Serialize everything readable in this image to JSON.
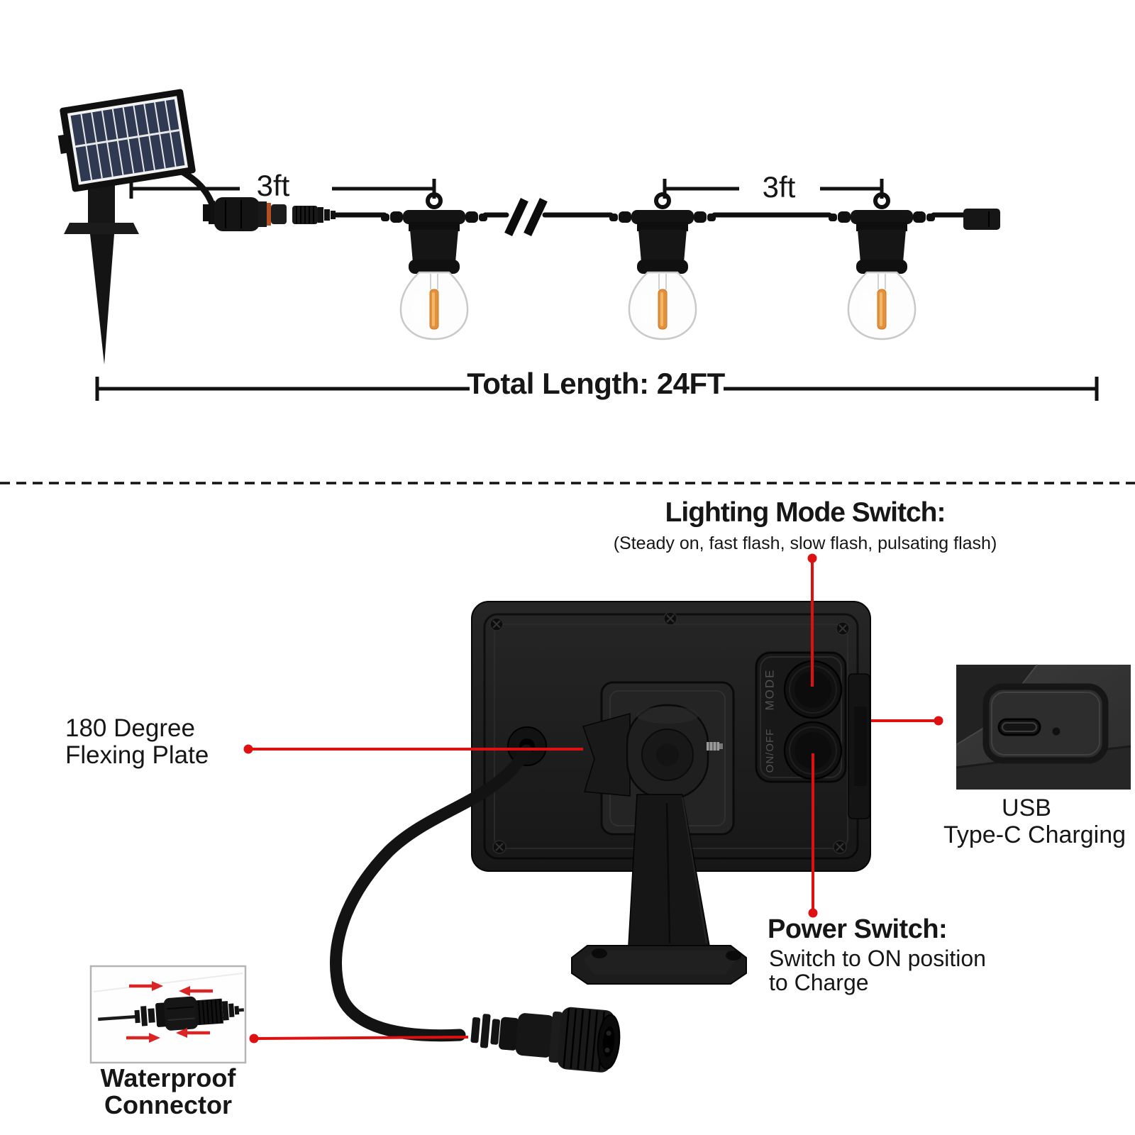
{
  "colors": {
    "accent": "#dd1111",
    "filament": "#e2913c",
    "panel_cell": "#303952",
    "diagram_black": "#111111"
  },
  "top_diagram": {
    "spacing_label_1": "3ft",
    "spacing_label_2": "3ft",
    "total_length_label": "Total Length: 24FT"
  },
  "device": {
    "mode_button_label": "MODE",
    "power_button_label": "ON/OFF"
  },
  "annotations": {
    "lighting_mode_title": "Lighting Mode Switch:",
    "lighting_mode_subtitle": "(Steady on, fast flash, slow flash, pulsating flash)",
    "flexing_plate_line1": "180 Degree",
    "flexing_plate_line2": "Flexing Plate",
    "usb_line1": "USB",
    "usb_line2": "Type-C Charging",
    "power_switch_title": "Power Switch:",
    "power_switch_line1": "Switch to ON position",
    "power_switch_line2": "to Charge",
    "waterproof_line1": "Waterproof",
    "waterproof_line2": "Connector"
  }
}
